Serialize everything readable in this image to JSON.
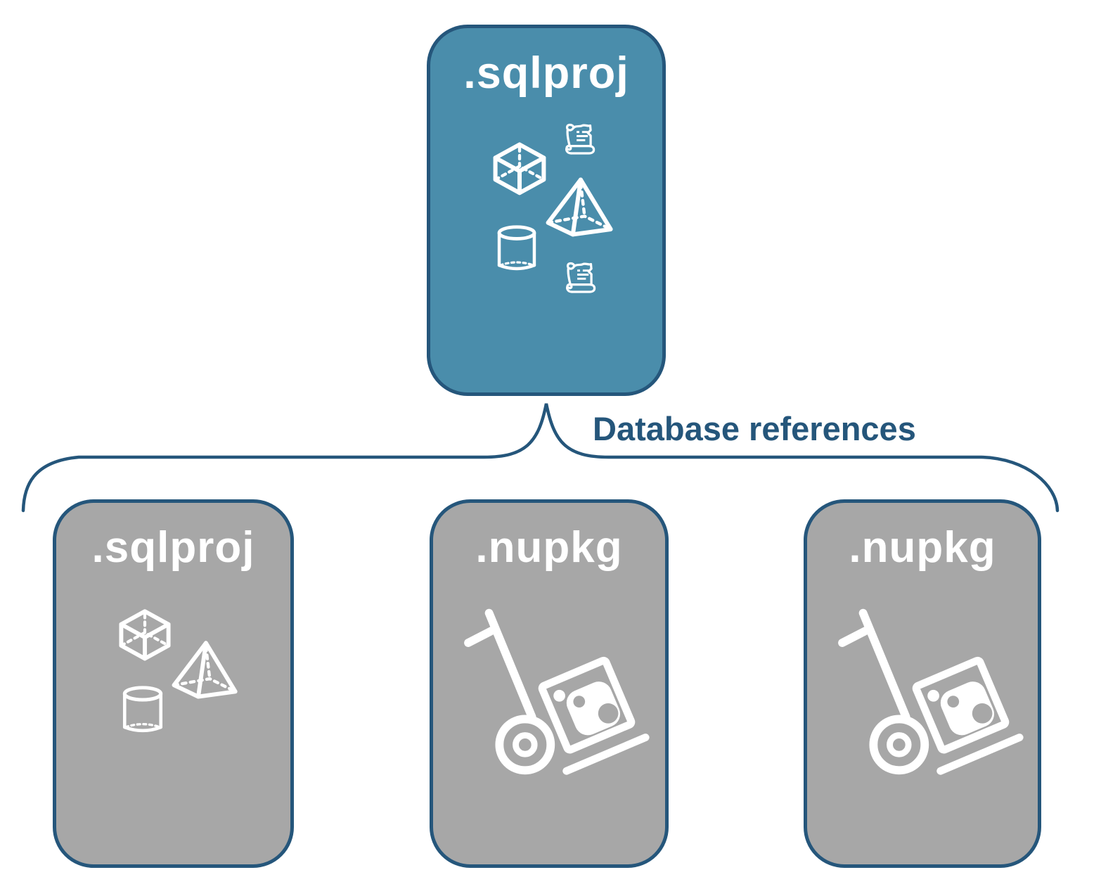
{
  "colors": {
    "root_node_fill": "#4A8DAB",
    "child_node_fill": "#A7A7A7",
    "outline_blue": "#25567B",
    "connector_label_text": "#25567B",
    "node_title_text": "#FFFFFF",
    "icon_stroke": "#FFFFFF",
    "background": "#FFFFFF"
  },
  "connector": {
    "label": "Database references"
  },
  "nodes": {
    "root": {
      "label": ".sqlproj",
      "icons": [
        "scroll-icon",
        "cube-icon",
        "pyramid-icon",
        "cylinder-icon",
        "scroll-icon"
      ]
    },
    "children": [
      {
        "label": ".sqlproj",
        "icons": [
          "cube-icon",
          "pyramid-icon",
          "cylinder-icon"
        ]
      },
      {
        "label": ".nupkg",
        "icons": [
          "nuget-handtruck-icon"
        ]
      },
      {
        "label": ".nupkg",
        "icons": [
          "nuget-handtruck-icon"
        ]
      }
    ]
  }
}
